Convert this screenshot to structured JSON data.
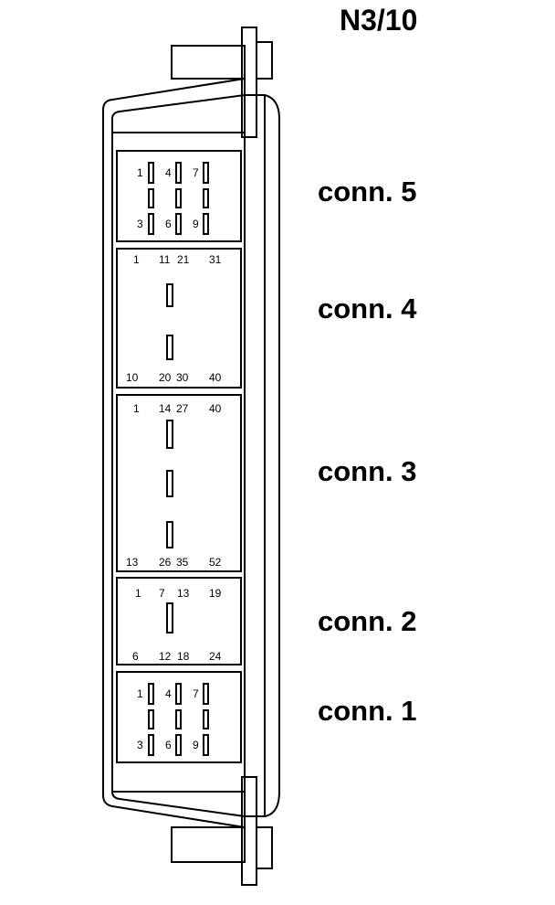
{
  "title": "N3/10",
  "connectors": [
    {
      "label": "conn. 5",
      "pins": [
        "1",
        "4",
        "7",
        "3",
        "6",
        "9"
      ]
    },
    {
      "label": "conn. 4",
      "pins": [
        "1",
        "11",
        "21",
        "31",
        "10",
        "20",
        "30",
        "40"
      ]
    },
    {
      "label": "conn. 3",
      "pins": [
        "1",
        "14",
        "27",
        "40",
        "13",
        "26",
        "35",
        "52"
      ]
    },
    {
      "label": "conn. 2",
      "pins": [
        "1",
        "7",
        "13",
        "19",
        "6",
        "12",
        "18",
        "24"
      ]
    },
    {
      "label": "conn. 1",
      "pins": [
        "1",
        "4",
        "7",
        "3",
        "6",
        "9"
      ]
    }
  ]
}
